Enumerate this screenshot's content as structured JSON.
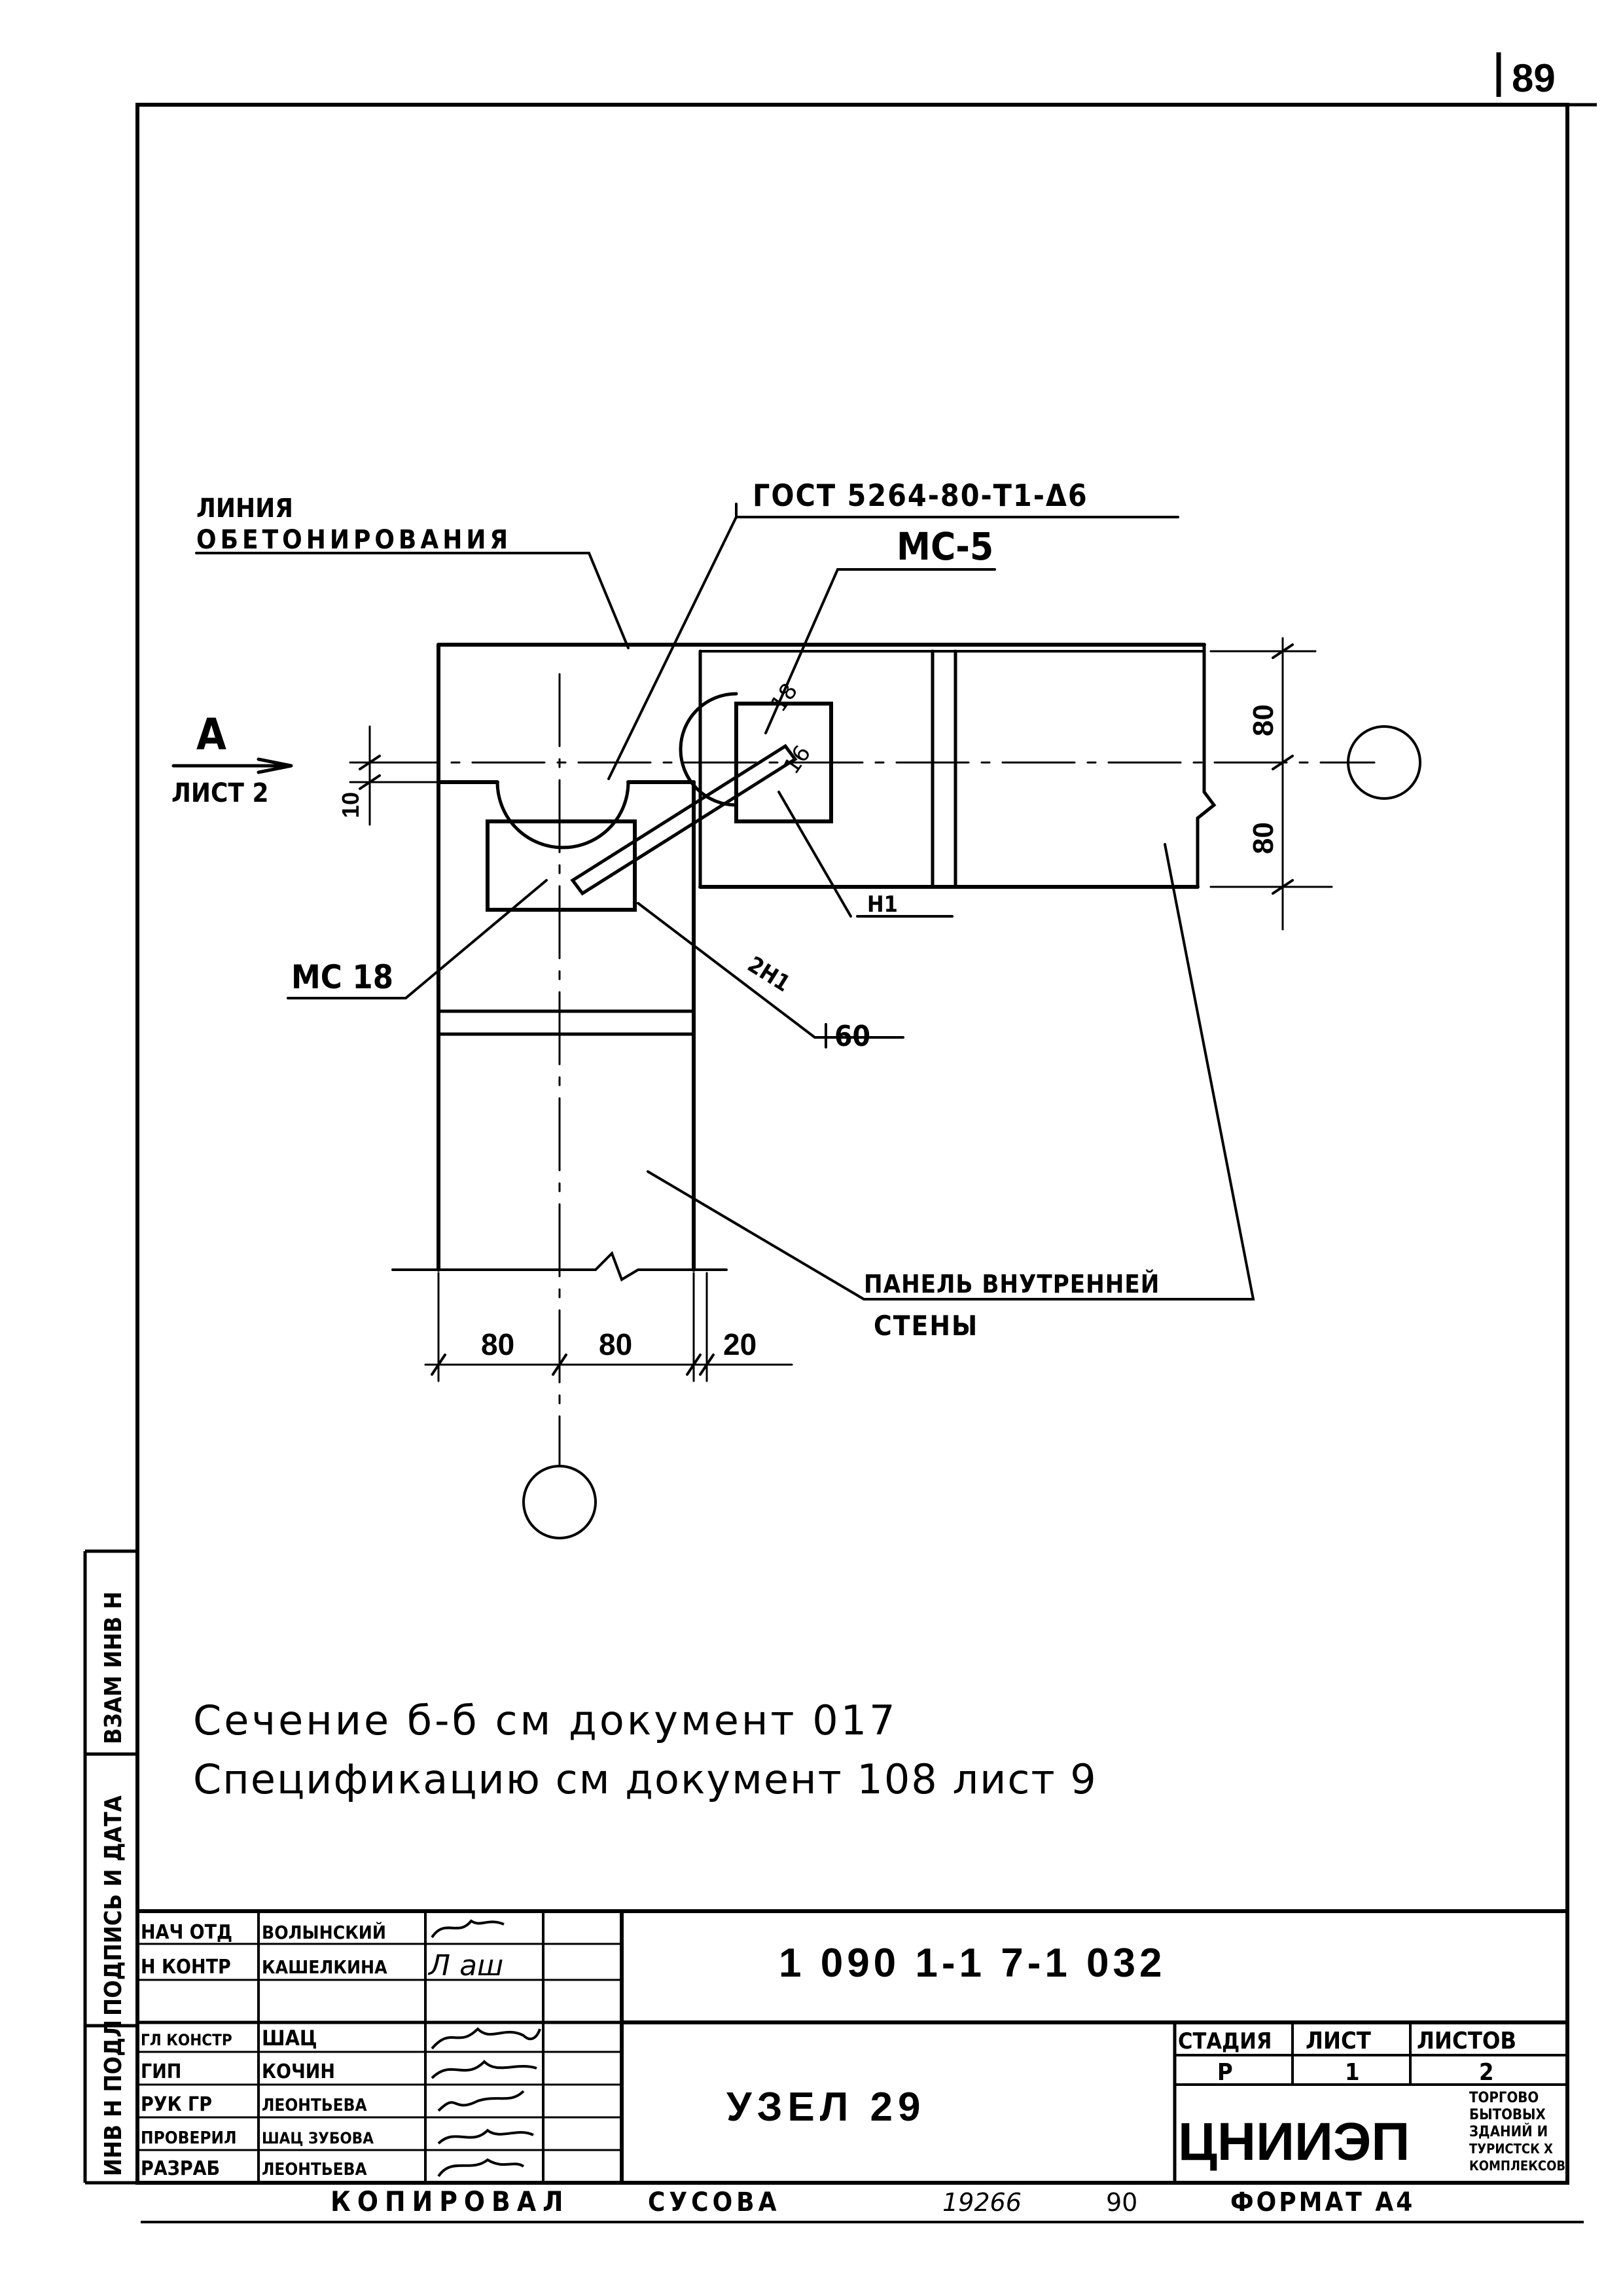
{
  "page_number": "89",
  "labels": {
    "concreting_line_1": "ЛИНИЯ",
    "concreting_line_2": "ОБЕТОНИРОВАНИЯ",
    "gost": "ГОСТ 5264-80-Т1-Δ6",
    "mc5": "МС-5",
    "section_letter": "А",
    "section_sheet": "ЛИСТ 2",
    "mc18": "МС 18",
    "n1": "Н1",
    "n2": "2Н1",
    "l60": "60",
    "weld_1": "18",
    "weld_2": "16",
    "panel_1": "ПАНЕЛЬ ВНУТРЕННЕЙ",
    "panel_2": "СТЕНЫ"
  },
  "dimensions": {
    "d10": "10",
    "v80_top": "80",
    "v80_bottom": "80",
    "h80_left": "80",
    "h80_mid": "80",
    "h20": "20"
  },
  "notes": {
    "line1": "Сечение б-б см документ 017",
    "line2": "Спецификацию см документ 108 лист 9"
  },
  "side_stamps": {
    "swap_inv": "ВЗАМ ИНВ Н",
    "sign_date": "ПОДПИСЬ И ДАТА",
    "inv_orig": "ИНВ Н ПОДЛ"
  },
  "title_block": {
    "doc_code": "1 090 1-1 7-1 032",
    "title": "УЗЕЛ 29",
    "roles": [
      {
        "role": "НАЧ ОТД",
        "name": "ВОЛЫНСКИЙ"
      },
      {
        "role": "Н КОНТР",
        "name": "КАШЕЛКИНА"
      },
      {
        "role": "ГЛ КОНСТР",
        "name": "ШАЦ"
      },
      {
        "role": "ГИП",
        "name": "КОЧИН"
      },
      {
        "role": "РУК ГР",
        "name": "ЛЕОНТЬЕВА"
      },
      {
        "role": "ПРОВЕРИЛ",
        "name": "ШАЦ ЗУБОВА"
      },
      {
        "role": "РАЗРАБ",
        "name": "ЛЕОНТЬЕВА"
      }
    ],
    "signature_text_2": "Л аш",
    "stage_header": "СТАДИЯ",
    "sheet_header": "ЛИСТ",
    "sheets_header": "ЛИСТОВ",
    "stage": "Р",
    "sheet": "1",
    "sheets": "2",
    "org": "ЦНИИЭП",
    "org_desc": [
      "ТОРГОВО",
      "БЫТОВЫХ",
      "ЗДАНИЙ И",
      "ТУРИСТСК Х",
      "КОМПЛЕКСОВ"
    ]
  },
  "footer": {
    "copied_by": "КОПИРОВАЛ",
    "copier": "СУСОВА",
    "number": "19266",
    "year": "90",
    "format": "ФОРМАТ А4"
  }
}
